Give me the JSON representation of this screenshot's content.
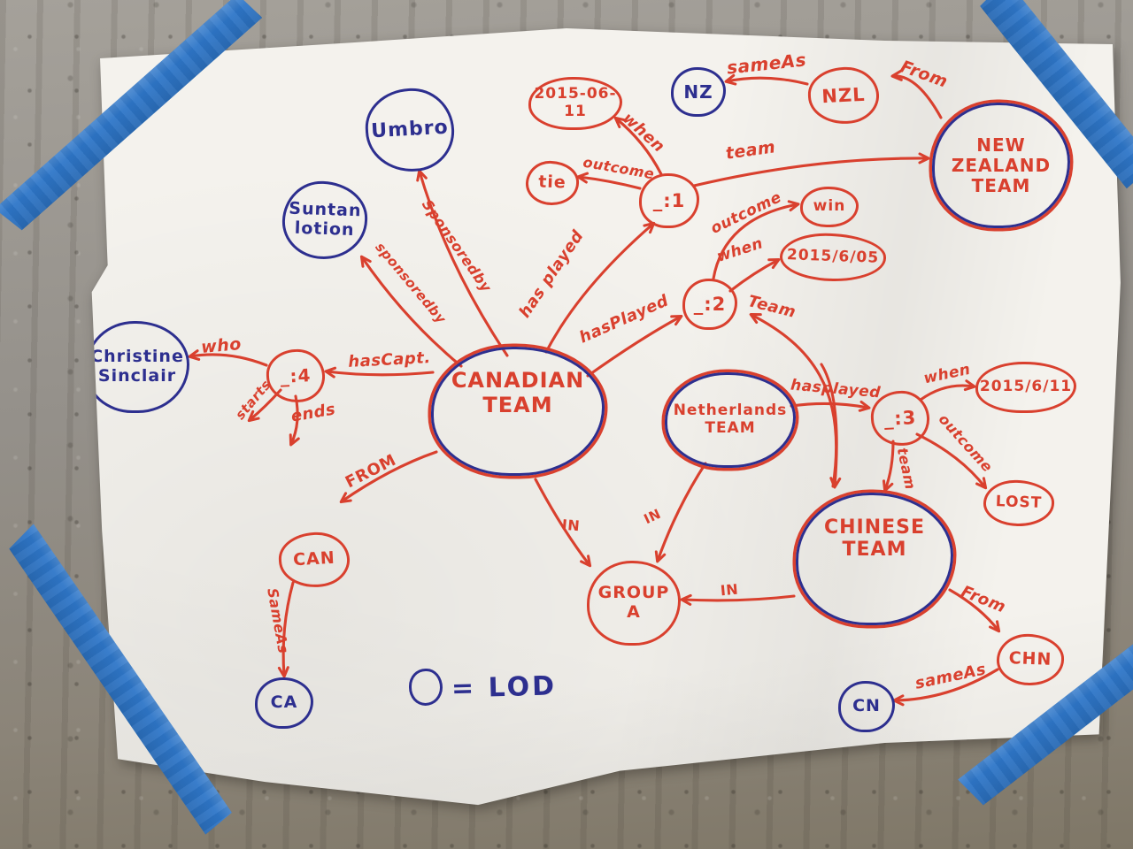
{
  "legend": {
    "symbol": "O",
    "text": "= LOD"
  },
  "nodes": {
    "umbro": {
      "label": "Umbro",
      "color": "blue"
    },
    "suntan_lotion": {
      "label": "Suntan\nlotion",
      "color": "blue"
    },
    "christine_sinclair": {
      "label": "Christine\nSinclair",
      "color": "blue"
    },
    "blank4": {
      "label": "_:4",
      "color": "red"
    },
    "canadian_team": {
      "label": "CANADIAN\nTEAM",
      "color": "red-blue"
    },
    "date_match1": {
      "label": "2015-06-11",
      "color": "red"
    },
    "tie": {
      "label": "tie",
      "color": "red"
    },
    "blank1": {
      "label": "_:1",
      "color": "red"
    },
    "nz": {
      "label": "NZ",
      "color": "blue"
    },
    "nzl": {
      "label": "NZL",
      "color": "red"
    },
    "new_zealand_team": {
      "label": "NEW\nZEALAND\nTEAM",
      "color": "red-blue"
    },
    "win": {
      "label": "win",
      "color": "red"
    },
    "date_match2": {
      "label": "2015/6/05",
      "color": "red"
    },
    "blank2": {
      "label": "_:2",
      "color": "red"
    },
    "netherlands_team": {
      "label": "Netherlands\nTEAM",
      "color": "red-blue"
    },
    "blank3": {
      "label": "_:3",
      "color": "red"
    },
    "date_match3": {
      "label": "2015/6/11",
      "color": "red"
    },
    "lost": {
      "label": "LOST",
      "color": "red"
    },
    "chinese_team": {
      "label": "CHINESE\nTEAM",
      "color": "red-blue"
    },
    "group_a": {
      "label": "GROUP\nA",
      "color": "red"
    },
    "can": {
      "label": "CAN",
      "color": "red"
    },
    "ca": {
      "label": "CA",
      "color": "blue"
    },
    "chn": {
      "label": "CHN",
      "color": "red"
    },
    "cn": {
      "label": "CN",
      "color": "blue"
    }
  },
  "edges": {
    "sameas_nzl_nz": {
      "label": "sameAs"
    },
    "from_nzteam_nzl": {
      "label": "From"
    },
    "when_1": {
      "label": "when"
    },
    "outcome_1": {
      "label": "outcome"
    },
    "team_1": {
      "label": "team"
    },
    "outcome_2": {
      "label": "outcome"
    },
    "when_2": {
      "label": "when"
    },
    "team_2": {
      "label": "Team"
    },
    "hasplayed_1": {
      "label": "has played"
    },
    "hasplayed_2": {
      "label": "hasPlayed"
    },
    "sponsoredby_umbro": {
      "label": "Sponsoredby"
    },
    "sponsoredby_suntan": {
      "label": "sponsoredby"
    },
    "hascapt": {
      "label": "hasCapt."
    },
    "who": {
      "label": "who"
    },
    "starts": {
      "label": "starts"
    },
    "ends": {
      "label": "ends"
    },
    "from_canadian_can": {
      "label": "FROM"
    },
    "sameas_can_ca": {
      "label": "SameAs"
    },
    "in_canadian": {
      "label": "IN"
    },
    "in_netherlands": {
      "label": "IN"
    },
    "in_chinese": {
      "label": "IN"
    },
    "hasplayed_3": {
      "label": "hasplayed"
    },
    "when_3": {
      "label": "when"
    },
    "outcome_3": {
      "label": "outcome"
    },
    "team_3": {
      "label": "team"
    },
    "from_chinese_chn": {
      "label": "From"
    },
    "sameas_chn_cn": {
      "label": "sameAs"
    }
  }
}
